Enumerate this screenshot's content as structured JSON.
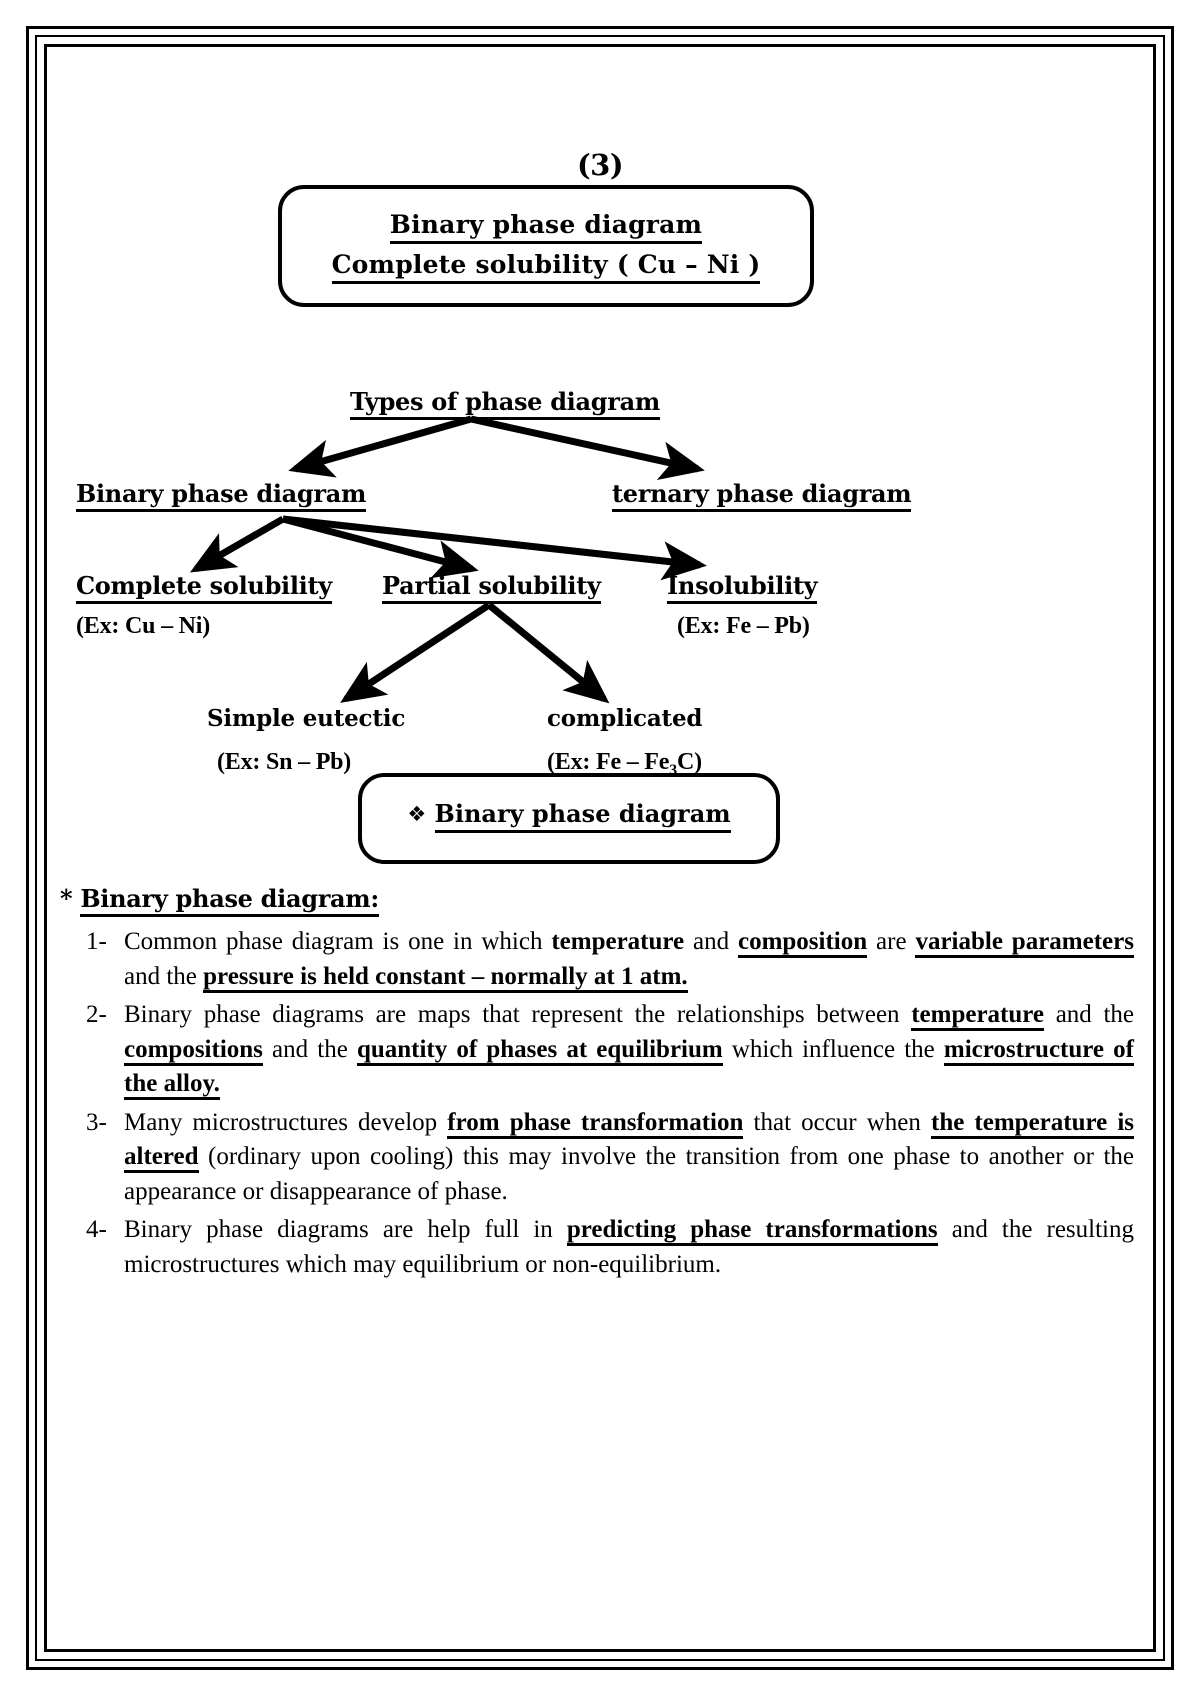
{
  "page": {
    "number": "(3)"
  },
  "title_box": {
    "line1": "Binary phase diagram",
    "line2": "Complete solubility ( Cu – Ni )"
  },
  "tree": {
    "root": "Types of phase diagram",
    "level2": [
      "Binary phase diagram",
      "ternary phase diagram"
    ],
    "level3": [
      "Complete solubility",
      "Partial solubility",
      "Insolubility"
    ],
    "level3_examples": {
      "complete": "(Ex: Cu – Ni)",
      "insolubility": "(Ex: Fe – Pb)"
    },
    "level4": [
      "Simple eutectic",
      "complicated"
    ],
    "level4_examples": {
      "simple_eutectic_pre": "(Ex: Sn – Pb)",
      "complicated_pre": "(Ex: Fe – Fe",
      "complicated_sub": "3",
      "complicated_post": "C)"
    }
  },
  "section_box": {
    "bullet": "❖",
    "label": "Binary phase diagram"
  },
  "body": {
    "heading_star": "* ",
    "heading": "Binary phase diagram:",
    "items": [
      {
        "num": "1-",
        "parts": [
          {
            "t": "Common phase diagram is one in which ",
            "b": false
          },
          {
            "t": "temperature",
            "b": true,
            "nb": true
          },
          {
            "t": " and ",
            "b": false
          },
          {
            "t": "composition",
            "b": true
          },
          {
            "t": " are ",
            "b": false
          },
          {
            "t": "variable parameters",
            "b": true
          },
          {
            "t": " and the ",
            "b": false
          },
          {
            "t": "pressure is held constant – normally at 1 atm.",
            "b": true
          }
        ]
      },
      {
        "num": "2-",
        "parts": [
          {
            "t": "Binary phase diagrams are maps that represent the relationships between ",
            "b": false
          },
          {
            "t": "temperature",
            "b": true
          },
          {
            "t": " and the ",
            "b": false
          },
          {
            "t": "compositions",
            "b": true
          },
          {
            "t": " and the ",
            "b": false
          },
          {
            "t": "quantity of phases at equilibrium",
            "b": true
          },
          {
            "t": " which influence the ",
            "b": false
          },
          {
            "t": "microstructure of the alloy.",
            "b": true
          }
        ]
      },
      {
        "num": "3-",
        "parts": [
          {
            "t": "Many microstructures develop ",
            "b": false
          },
          {
            "t": "from phase transformation",
            "b": true
          },
          {
            "t": " that occur when ",
            "b": false
          },
          {
            "t": "the temperature is altered",
            "b": true
          },
          {
            "t": " (ordinary upon cooling) this may involve the transition from one phase to another or the appearance or disappearance of phase.",
            "b": false
          }
        ]
      },
      {
        "num": "4-",
        "parts": [
          {
            "t": "Binary phase diagrams are help full in ",
            "b": false
          },
          {
            "t": "predicting phase transformations",
            "b": true
          },
          {
            "t": " and the resulting microstructures which may equilibrium or non-equilibrium.",
            "b": false
          }
        ]
      }
    ]
  }
}
